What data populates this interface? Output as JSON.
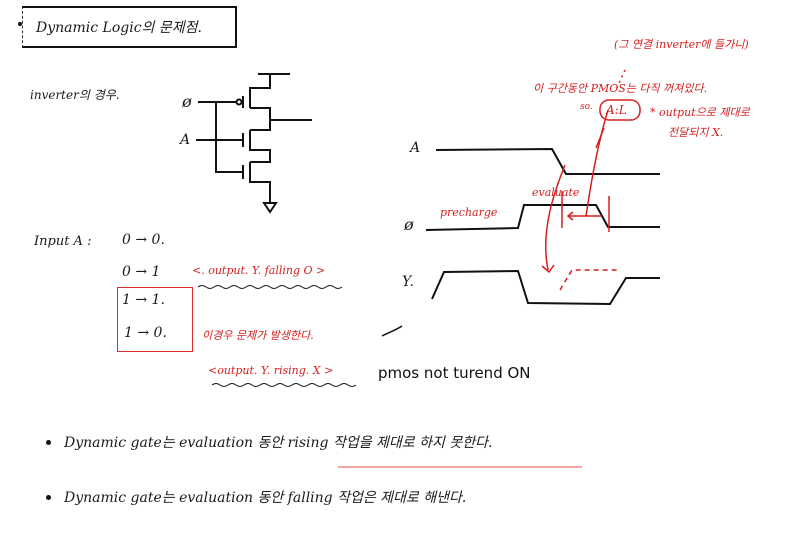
{
  "title": "Dynamic Logic의 문제점.",
  "subtitle": "inverter의 경우.",
  "circuit": {
    "phi_label": "ø",
    "a_label": "A"
  },
  "input_section": {
    "label": "Input A :",
    "cases": [
      {
        "transition": "0 → 0.",
        "note": ""
      },
      {
        "transition": "0 → 1",
        "note": "<. output. Y. falling O >"
      },
      {
        "transition": "1 → 1.",
        "note": ""
      },
      {
        "transition": "1 → 0.",
        "note": "이경우 문제가 발생한다."
      }
    ],
    "problem_note": "<output. Y. rising. X >",
    "typed_annotation": "pmos not turend ON"
  },
  "waveforms": {
    "labels": [
      "A",
      "ø",
      "Y."
    ],
    "precharge_label": "precharge",
    "evaluate_label": "evaluate"
  },
  "annotations": {
    "top_paren": "(그 연결 inverter에 들가니)",
    "pmos_line": "이 구간동안 PMOS는 다직 꺼져있다.",
    "so_prefix": "so.",
    "circled": "A:L",
    "output_line": "* output으로 제대로",
    "output_line2": "전달되지 X."
  },
  "conclusions": [
    "Dynamic gate는 evaluation 동안 rising 작업을 제대로 하지 못한다.",
    "Dynamic gate는 evaluation 동안 falling 작업은 제대로 해낸다."
  ],
  "colors": {
    "ink": "#111111",
    "red_ink": "#d41f1f",
    "highlight_underline": "#f08a8a"
  }
}
